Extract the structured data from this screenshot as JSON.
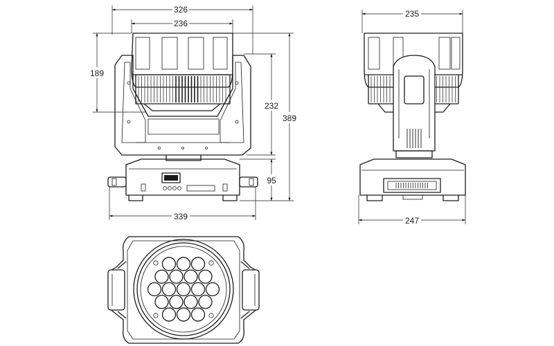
{
  "dimensions": {
    "front_top_width": "326",
    "front_head_width": "236",
    "front_head_height": "189",
    "front_arm_height": "232",
    "total_height": "389",
    "base_height": "95",
    "base_width": "339",
    "side_head_width": "235",
    "side_base_width": "247"
  },
  "colors": {
    "line": "#1a1a1a",
    "background": "#ffffff"
  }
}
